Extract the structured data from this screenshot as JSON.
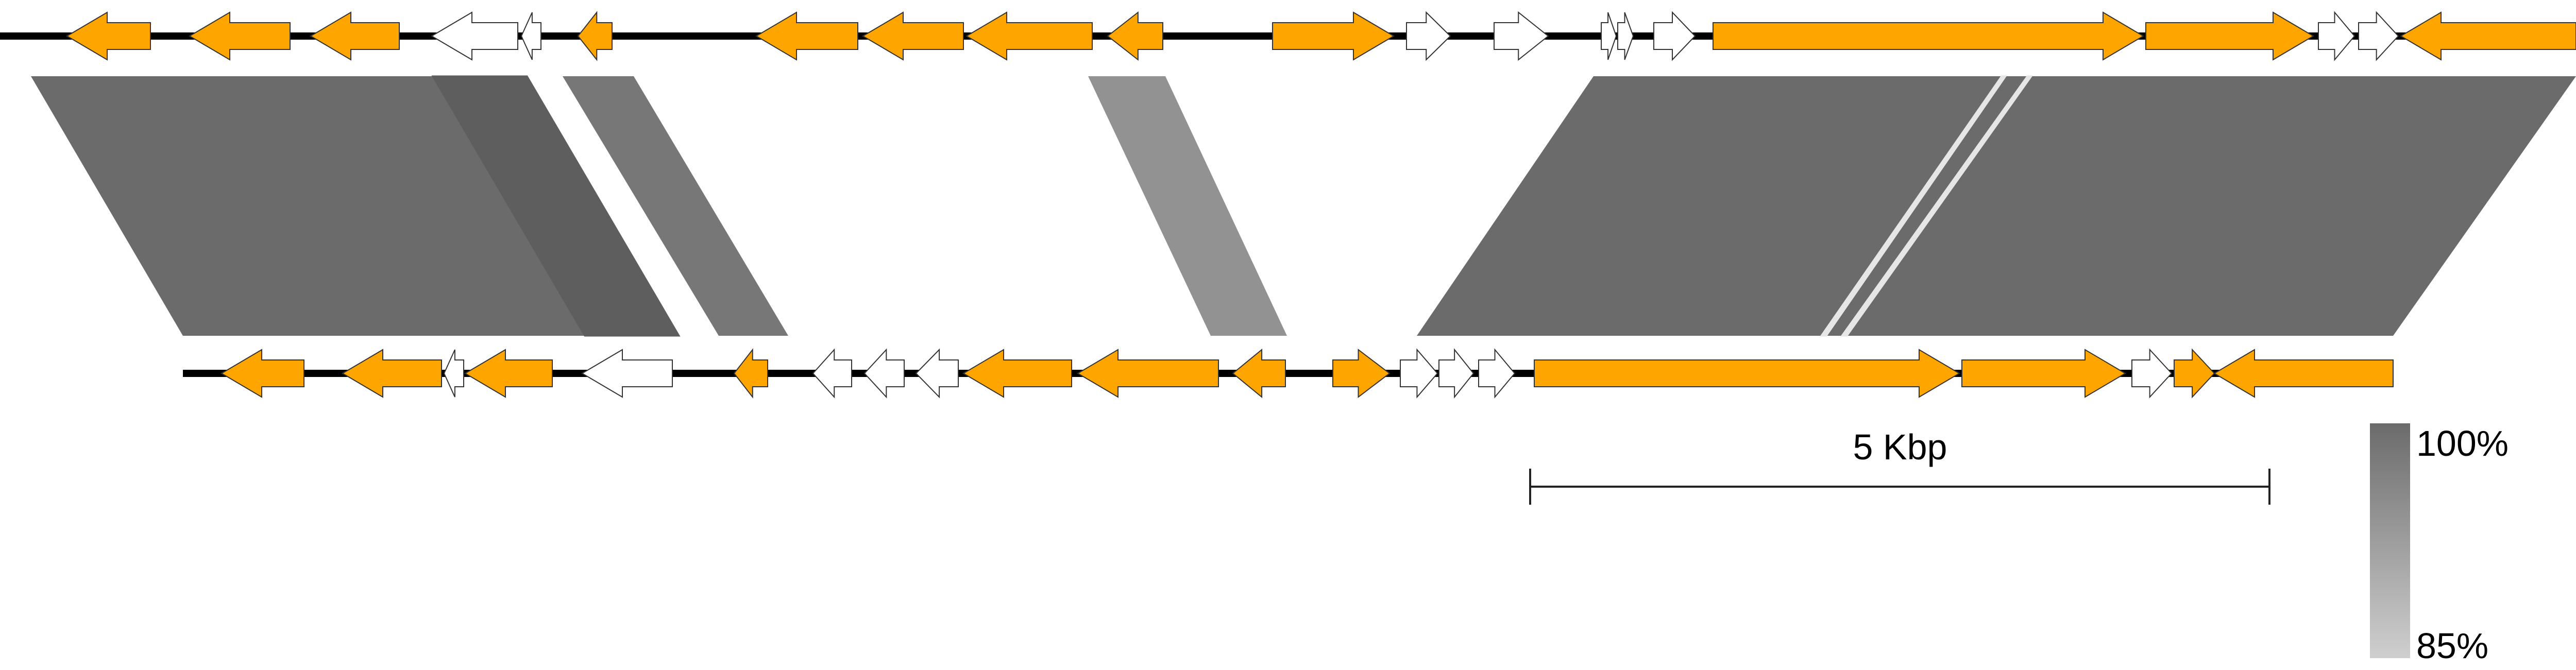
{
  "figure": {
    "kind": "synteny comparison of two gene clusters",
    "feature_colors": {
      "flagged": "#FFA500",
      "other": "#FFFFFF"
    },
    "backbone_color": "#000000",
    "outline_color": "#333333"
  },
  "tracks": {
    "top": {
      "genes": [
        {
          "strand": "-",
          "color": "#FFA500"
        },
        {
          "strand": "-",
          "color": "#FFA500"
        },
        {
          "strand": "-",
          "color": "#FFA500"
        },
        {
          "strand": "-",
          "color": "#FFFFFF"
        },
        {
          "strand": "-",
          "color": "#FFFFFF"
        },
        {
          "strand": "-",
          "color": "#FFA500"
        },
        {
          "strand": "-",
          "color": "#FFA500"
        },
        {
          "strand": "-",
          "color": "#FFA500"
        },
        {
          "strand": "-",
          "color": "#FFA500"
        },
        {
          "strand": "-",
          "color": "#FFA500"
        },
        {
          "strand": "+",
          "color": "#FFA500"
        },
        {
          "strand": "+",
          "color": "#FFFFFF"
        },
        {
          "strand": "+",
          "color": "#FFFFFF"
        },
        {
          "strand": "+",
          "color": "#FFFFFF"
        },
        {
          "strand": "+",
          "color": "#FFFFFF"
        },
        {
          "strand": "+",
          "color": "#FFFFFF"
        },
        {
          "strand": "+",
          "color": "#FFA500"
        },
        {
          "strand": "+",
          "color": "#FFA500"
        },
        {
          "strand": "+",
          "color": "#FFFFFF"
        },
        {
          "strand": "+",
          "color": "#FFFFFF"
        },
        {
          "strand": "-",
          "color": "#FFA500"
        }
      ]
    },
    "bottom": {
      "genes": [
        {
          "strand": "-",
          "color": "#FFA500"
        },
        {
          "strand": "-",
          "color": "#FFA500"
        },
        {
          "strand": "-",
          "color": "#FFFFFF"
        },
        {
          "strand": "-",
          "color": "#FFA500"
        },
        {
          "strand": "-",
          "color": "#FFFFFF"
        },
        {
          "strand": "-",
          "color": "#FFA500"
        },
        {
          "strand": "-",
          "color": "#FFFFFF"
        },
        {
          "strand": "-",
          "color": "#FFFFFF"
        },
        {
          "strand": "-",
          "color": "#FFFFFF"
        },
        {
          "strand": "-",
          "color": "#FFA500"
        },
        {
          "strand": "-",
          "color": "#FFA500"
        },
        {
          "strand": "-",
          "color": "#FFA500"
        },
        {
          "strand": "+",
          "color": "#FFA500"
        },
        {
          "strand": "+",
          "color": "#FFFFFF"
        },
        {
          "strand": "+",
          "color": "#FFFFFF"
        },
        {
          "strand": "+",
          "color": "#FFFFFF"
        },
        {
          "strand": "+",
          "color": "#FFA500"
        },
        {
          "strand": "+",
          "color": "#FFA500"
        },
        {
          "strand": "+",
          "color": "#FFFFFF"
        },
        {
          "strand": "+",
          "color": "#FFA500"
        },
        {
          "strand": "-",
          "color": "#FFA500"
        }
      ]
    }
  },
  "homology_links": [
    {
      "identity_color": "#6B6B6B"
    },
    {
      "identity_color": "#5E5E5E"
    },
    {
      "identity_color": "#777777"
    },
    {
      "identity_color": "#929292"
    },
    {
      "identity_color": "#6B6B6B"
    },
    {
      "identity_color": "#E6E6E6"
    },
    {
      "identity_color": "#E6E6E6"
    }
  ],
  "scale_bar": {
    "label": "5 Kbp"
  },
  "identity_legend": {
    "max_label": "100%",
    "min_label": "85%",
    "max_color": "#6B6B6B",
    "min_color": "#CFCFCF"
  }
}
